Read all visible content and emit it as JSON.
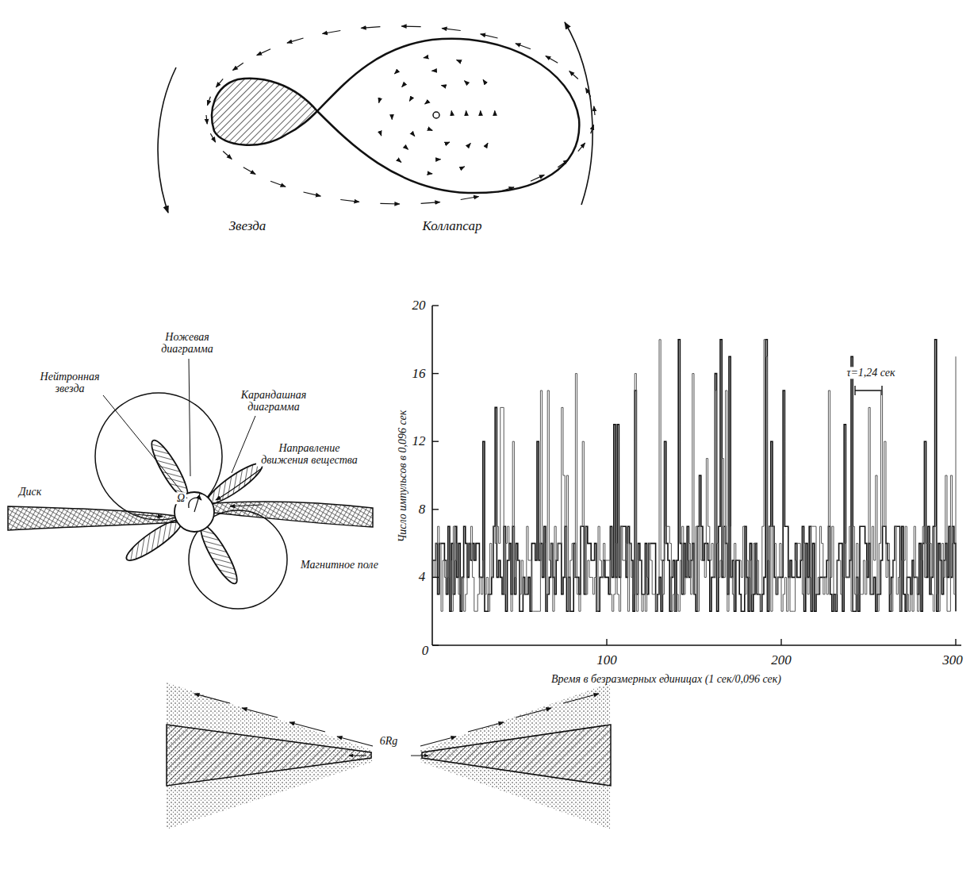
{
  "diagram": {
    "labels": [
      "Звезда",
      "Коллапсар",
      "Ножевая диаграмма",
      "Нейтронная звезда",
      "Карандашная диаграмма",
      "Направление движения вещества",
      "Диск",
      "Ω",
      "Магнитное поле",
      "20",
      "16",
      "12",
      "8",
      "4",
      "0",
      "100",
      "200",
      "300",
      "τ=1,24 сек",
      "Число импульсов в 0,096 сек",
      "Время в безразмерных единицах (1 сек/0,096 сек)",
      "6Rg"
    ]
  }
}
